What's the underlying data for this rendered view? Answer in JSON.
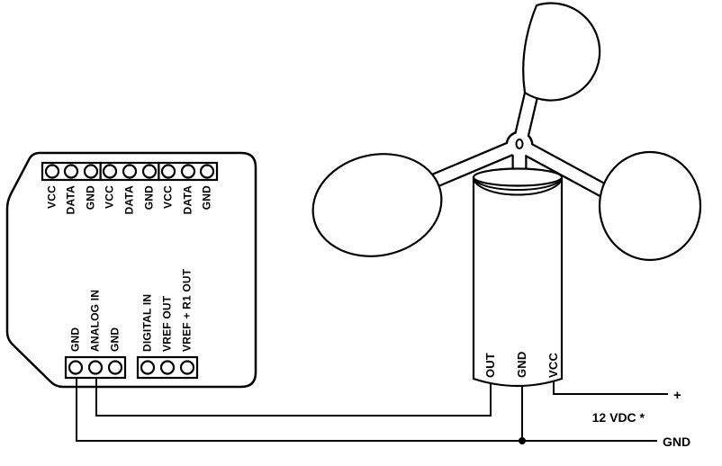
{
  "board": {
    "top_connector": {
      "pins": [
        "VCC",
        "DATA",
        "GND",
        "VCC",
        "DATA",
        "GND",
        "VCC",
        "DATA",
        "GND"
      ]
    },
    "analog_connector": {
      "pins": [
        "GND",
        "ANALOG IN",
        "GND"
      ]
    },
    "digital_connector": {
      "pins": [
        "DIGITAL IN",
        "VREF OUT",
        "VREF + R1 OUT"
      ]
    }
  },
  "sensor": {
    "wire_labels": [
      "OUT",
      "GND",
      "VCC"
    ]
  },
  "power": {
    "positive": "+",
    "supply": "12 VDC *",
    "ground": "GND"
  },
  "colors": {
    "line": "#000000",
    "background": "#ffffff"
  }
}
